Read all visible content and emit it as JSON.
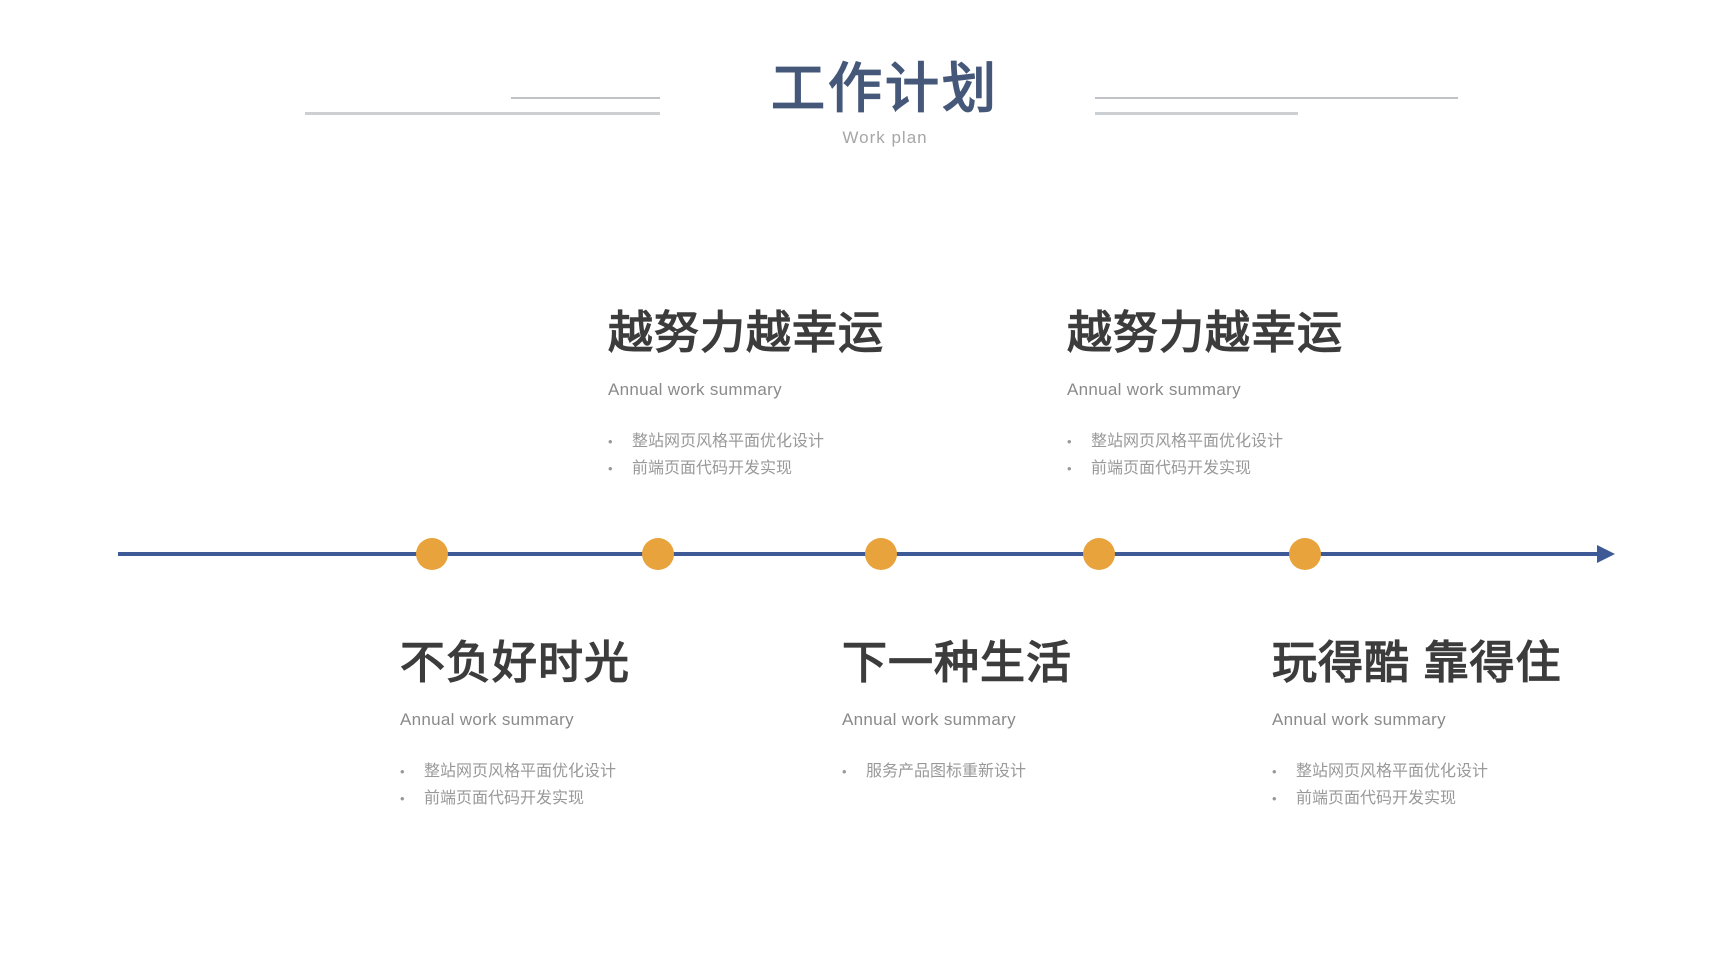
{
  "header": {
    "title": "工作计划",
    "subtitle": "Work plan"
  },
  "timeline": {
    "dot_count": 5,
    "direction": "left-to-right"
  },
  "blocks": [
    {
      "id": "top-1",
      "position": "above-timeline",
      "heading": "越努力越幸运",
      "subheading": "Annual work summary",
      "bullets": [
        "整站网页风格平面优化设计",
        "前端页面代码开发实现"
      ]
    },
    {
      "id": "top-2",
      "position": "above-timeline",
      "heading": "越努力越幸运",
      "subheading": "Annual work summary",
      "bullets": [
        "整站网页风格平面优化设计",
        "前端页面代码开发实现"
      ]
    },
    {
      "id": "bottom-1",
      "position": "below-timeline",
      "heading": "不负好时光",
      "subheading": "Annual work summary",
      "bullets": [
        "整站网页风格平面优化设计",
        "前端页面代码开发实现"
      ]
    },
    {
      "id": "bottom-2",
      "position": "below-timeline",
      "heading": "下一种生活",
      "subheading": "Annual work summary",
      "bullets": [
        "服务产品图标重新设计"
      ]
    },
    {
      "id": "bottom-3",
      "position": "below-timeline",
      "heading": "玩得酷 靠得住",
      "subheading": "Annual work summary",
      "bullets": [
        "整站网页风格平面优化设计",
        "前端页面代码开发实现"
      ]
    }
  ],
  "colors": {
    "accent": "#E8A33C",
    "timeline_line": "#3D5A96",
    "title": "#46587A",
    "subtitle": "#A6A6A6",
    "heading": "#3C3C3C",
    "summary": "#8A8A8A",
    "bullet_text": "#999999",
    "rule_light": "#CDD0D3",
    "rule_dark": "#BFC3C7"
  }
}
